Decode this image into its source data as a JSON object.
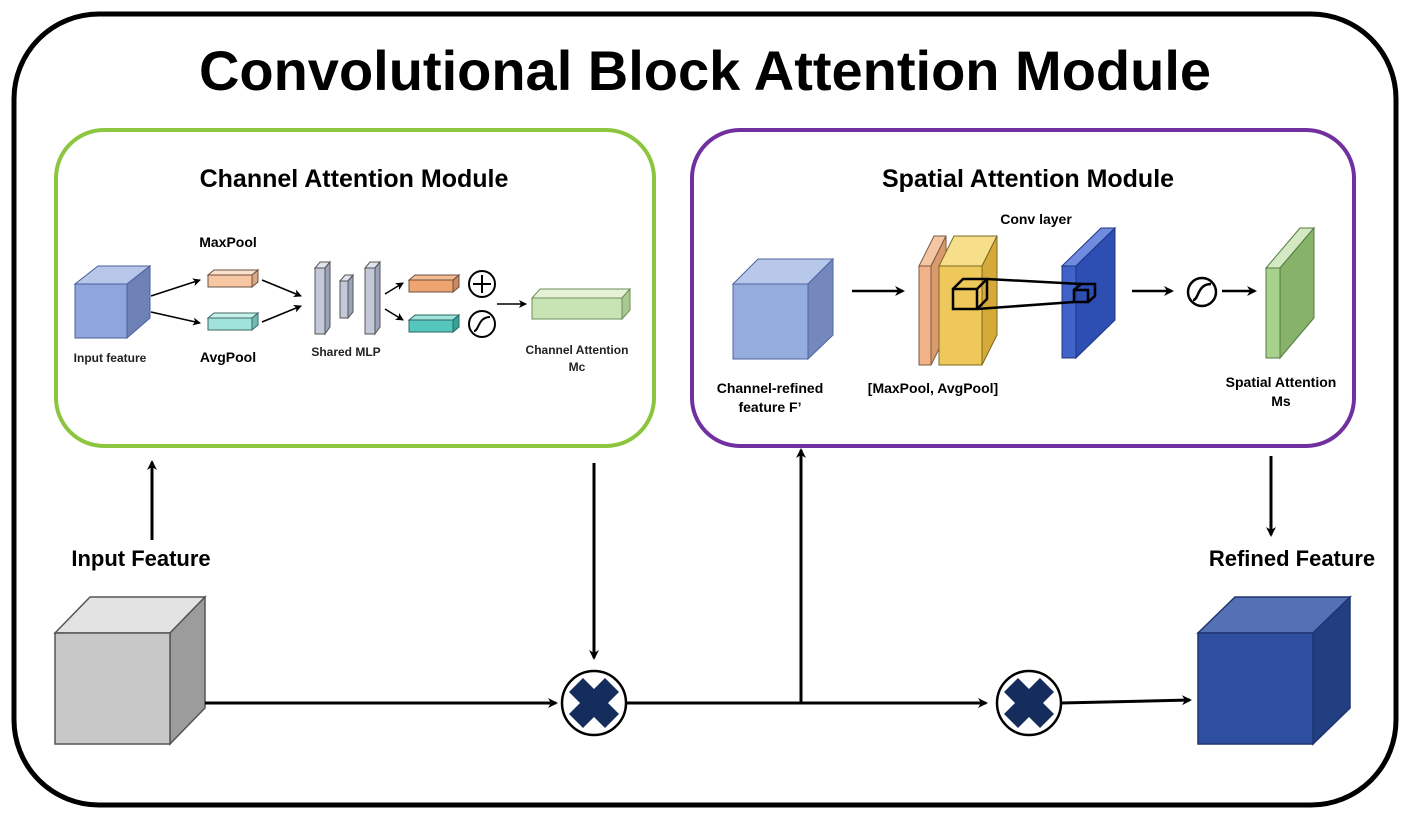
{
  "title": "Convolutional Block Attention Module",
  "channel_module": {
    "title": "Channel Attention Module",
    "input_label": "Input feature",
    "maxpool_label": "MaxPool",
    "avgpool_label": "AvgPool",
    "mlp_label": "Shared MLP",
    "output_label_line1": "Channel Attention",
    "output_label_line2": "Mc",
    "border_color": "#8cc63f"
  },
  "spatial_module": {
    "title": "Spatial Attention Module",
    "input_label_line1": "Channel-refined",
    "input_label_line2": "feature F’",
    "pool_label": "[MaxPool, AvgPool]",
    "conv_label": "Conv layer",
    "output_label_line1": "Spatial Attention",
    "output_label_line2": "Ms",
    "border_color": "#7030a0"
  },
  "input_feature_label": "Input Feature",
  "refined_feature_label": "Refined Feature",
  "icons": {
    "sum": "plus-circle-icon",
    "sigmoid": "sigmoid-icon",
    "multiply": "multiply-icon"
  },
  "colors": {
    "input_cube": "#c8c8c8",
    "refined_cube": "#2e4fa0",
    "multiply_cross": "#142d5c",
    "maxpool_fill": "#f7c6a3",
    "avgpool_fill": "#9fe3da",
    "spatial_output_fill": "#a9d18e",
    "conv_fill": "#3f63c7"
  }
}
